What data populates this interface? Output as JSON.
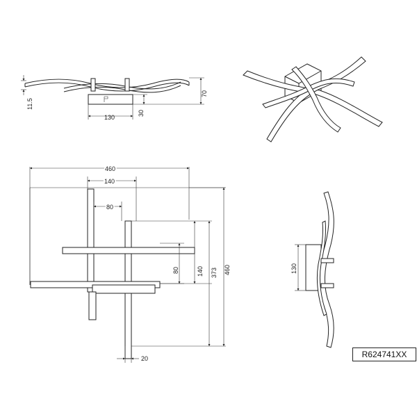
{
  "product_code": "R624741XX",
  "side_view": {
    "dims": {
      "thickness": "11.5",
      "height": "70",
      "base_height": "30",
      "base_width": "130"
    }
  },
  "top_view": {
    "dims": {
      "overall_width": "460",
      "overall_height": "460",
      "inner_width": "140",
      "small_width": "80",
      "inner_height": "140",
      "small_height": "80",
      "offset_height": "373",
      "bottom_offset": "20"
    }
  },
  "end_view": {
    "dims": {
      "base_width": "130"
    }
  }
}
